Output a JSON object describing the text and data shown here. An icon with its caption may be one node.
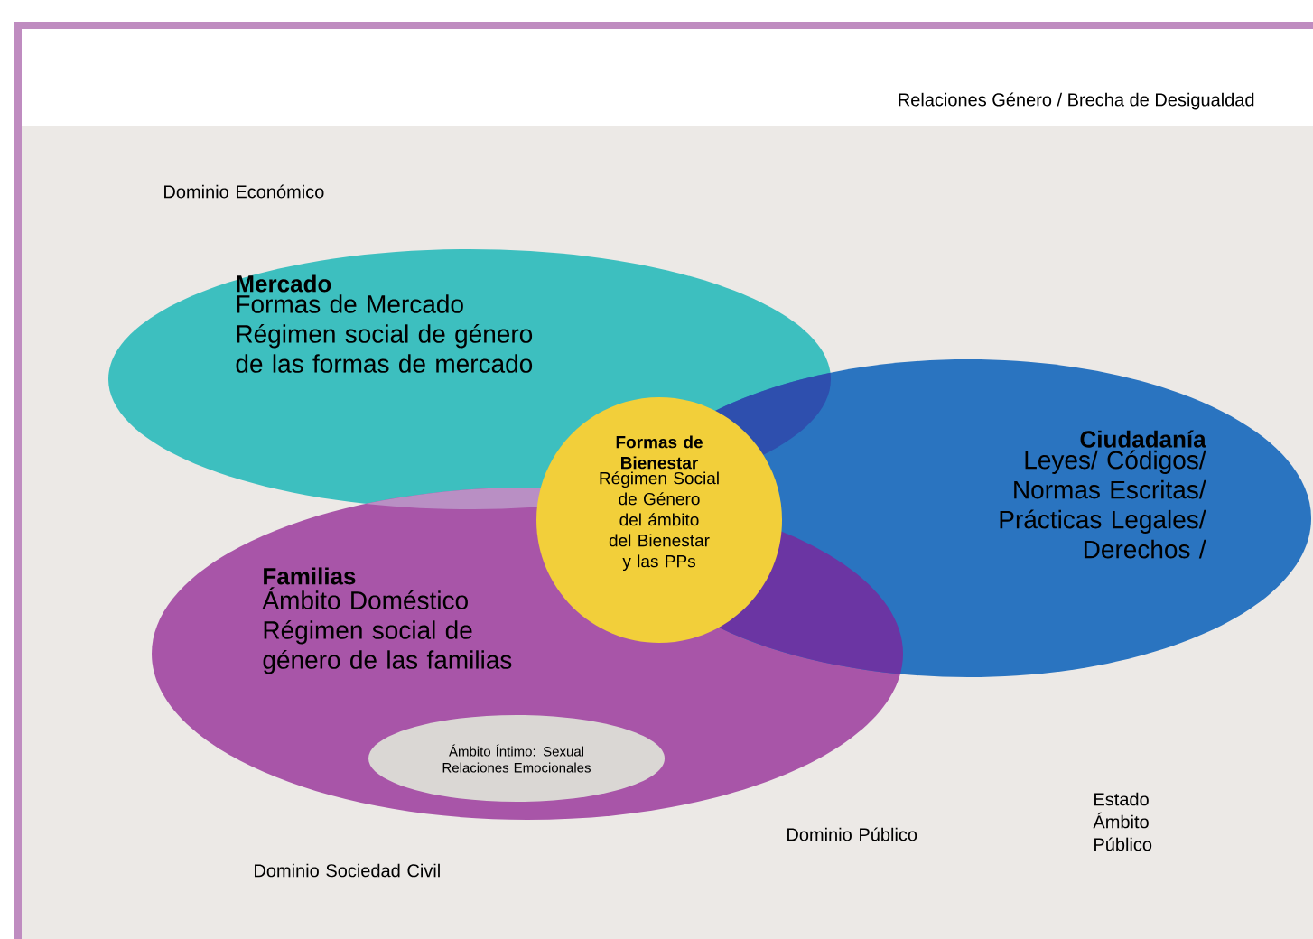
{
  "diagram": {
    "title": "Relaciones Género / Brecha de Desigualdad",
    "nodes": [
      {
        "text": [
          "Mercado",
          "Formas de Mercado Régimen social de género de las formas de mercado"
        ]
      },
      {
        "text": [
          "Ciudadanía",
          "Leyes/ Códigos/ Normas Escritas/ Prácticas Legales/ Derechos /"
        ]
      },
      {
        "text": [
          "Familias",
          "Ámbito Doméstico Régimen social de género de las familias"
        ]
      },
      {
        "text": [
          "Formas de Bienestar",
          "Régimen Social de Género del ámbito del Bienestar y las PPs"
        ]
      },
      {
        "text": [
          "Ámbito Íntimo: Sexual Relaciones Emocionales"
        ],
        "in": 2
      }
    ],
    "labels": [
      "Dominio Económico",
      "Dominio Público",
      "Estado Ámbito Público",
      "Dominio Sociedad Civil"
    ]
  }
}
